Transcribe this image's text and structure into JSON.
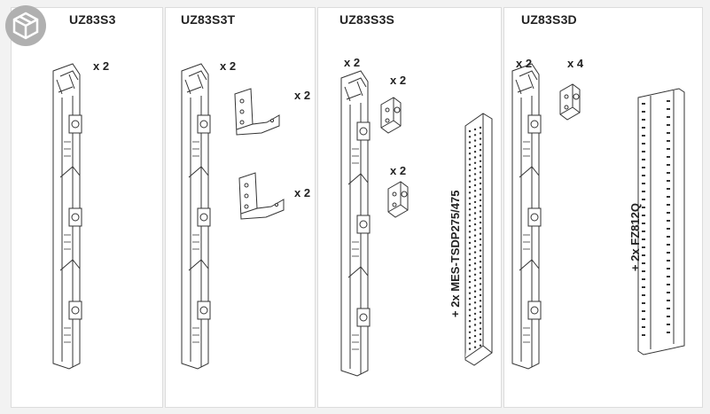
{
  "badge": {
    "icon": "package-box-icon",
    "color": "#b0b0b0"
  },
  "panels": [
    {
      "title": "UZ83S3",
      "quantities": [
        "x 2"
      ]
    },
    {
      "title": "UZ83S3T",
      "quantities": [
        "x 2",
        "x 2",
        "x 2"
      ]
    },
    {
      "title": "UZ83S3S",
      "quantities": [
        "x 2",
        "x 2",
        "x 2"
      ],
      "extra": "+ 2x MES-TSDP275/475"
    },
    {
      "title": "UZ83S3D",
      "quantities": [
        "x 2",
        "x 4"
      ],
      "extra": "+ 2x FZ812Q"
    }
  ],
  "colors": {
    "line": "#333333",
    "panel_border": "#dcdcdc",
    "background": "#f2f2f2"
  }
}
